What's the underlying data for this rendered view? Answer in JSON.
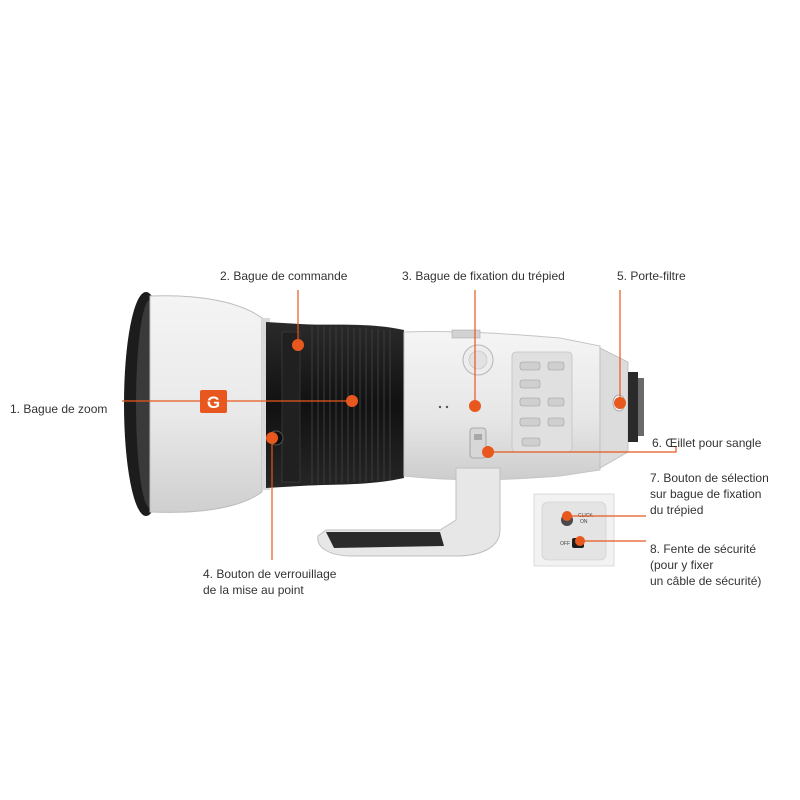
{
  "brand_badge": "G",
  "colors": {
    "accent": "#e8571d",
    "body_white": "#ececec",
    "body_shadow": "#c9c9c9",
    "rubber": "#1b1b1b",
    "text": "#333333"
  },
  "callouts": [
    {
      "id": "zoom",
      "lines": [
        "1. Bague de zoom"
      ]
    },
    {
      "id": "control",
      "lines": [
        "2. Bague de commande"
      ]
    },
    {
      "id": "tripod-collar",
      "lines": [
        "3. Bague de fixation du trépied"
      ]
    },
    {
      "id": "focus-hold",
      "lines": [
        "4. Bouton de verrouillage",
        "de la mise au point"
      ]
    },
    {
      "id": "filter-holder",
      "lines": [
        "5. Porte-filtre"
      ]
    },
    {
      "id": "strap-eyelet",
      "lines": [
        "6. Œillet pour sangle"
      ]
    },
    {
      "id": "collar-select",
      "lines": [
        "7. Bouton de sélection",
        "sur bague de fixation",
        "du trépied"
      ]
    },
    {
      "id": "security-slot",
      "lines": [
        "8. Fente de sécurité",
        "(pour y fixer",
        "un câble de sécurité)"
      ]
    }
  ],
  "inset_labels": {
    "click": "CLICK",
    "on": "ON",
    "off": "OFF"
  }
}
